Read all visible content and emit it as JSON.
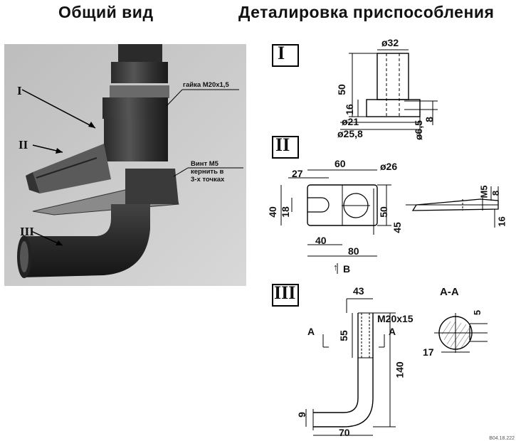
{
  "titles": {
    "left": "Общий вид",
    "right": "Деталировка приспособления"
  },
  "photo": {
    "labels": {
      "I": "I",
      "II": "II",
      "III": "III"
    },
    "nut_note": "гайка M20x1,5",
    "screw_note": [
      "Винт М5",
      "кернить в",
      "3-х точках"
    ]
  },
  "part1": {
    "roman": "I",
    "dims": {
      "d32": "ø32",
      "h50": "50",
      "h16": "16",
      "d21": "ø21",
      "d25": "ø25,8",
      "d6": "ø6,5",
      "h8": "8"
    }
  },
  "part2": {
    "roman": "II",
    "dims": {
      "w60": "60",
      "w27": "27",
      "d26": "ø26",
      "h40": "40",
      "h18": "18",
      "h50": "50",
      "h45": "45",
      "w40": "40",
      "w80": "80",
      "view": "B",
      "m5": "M5",
      "h8": "8",
      "h16": "16"
    }
  },
  "part3": {
    "roman": "III",
    "dims": {
      "w43": "43",
      "thread": "M20x15",
      "h55": "55",
      "h140": "140",
      "h9": "9",
      "w70": "70",
      "sec_a1": "A",
      "sec_a2": "A"
    },
    "section": {
      "title": "A-A",
      "d5": "5",
      "d17": "17"
    }
  },
  "footer": "B04.18.222"
}
